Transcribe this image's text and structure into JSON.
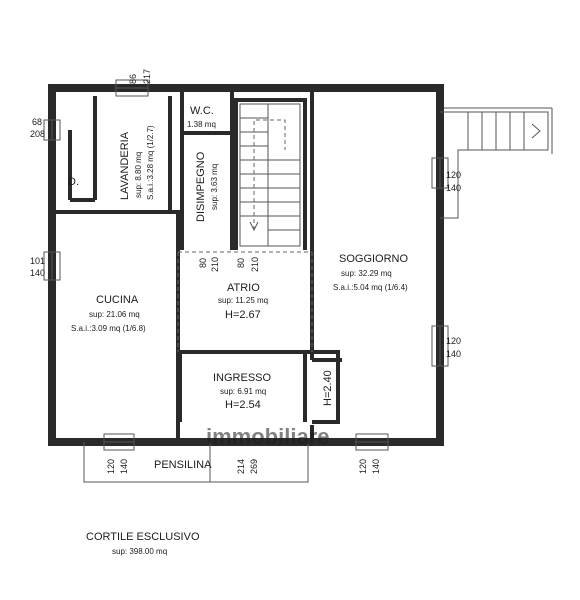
{
  "rooms": {
    "lavanderia": {
      "name": "LAVANDERIA",
      "sup": "sup: 8.80 mq",
      "sai": "S.a.i.:3.28 mq (1/2.7)"
    },
    "d": {
      "name": "D."
    },
    "wc": {
      "name": "W.C.",
      "sup": "1.38 mq"
    },
    "disimpegno": {
      "name": "DISIMPEGNO",
      "sup": "sup: 3.63 mq"
    },
    "cucina": {
      "name": "CUCINA",
      "sup": "sup: 21.06 mq",
      "sai": "S.a.i.:3.09 mq (1/6.8)"
    },
    "atrio": {
      "name": "ATRIO",
      "sup": "sup: 11.25 mq",
      "h": "H=2.67"
    },
    "soggiorno": {
      "name": "SOGGIORNO",
      "sup": "sup: 32.29 mq",
      "sai": "S.a.i.:5.04 mq (1/6.4)"
    },
    "ingresso": {
      "name": "INGRESSO",
      "sup": "sup: 6.91 mq",
      "h": "H=2.54"
    },
    "closet_h": "H=2.40",
    "pensilina": "PENSILINA"
  },
  "dimensions": {
    "lav_window_w": "86",
    "lav_window_h": "217",
    "left_window_w": "68",
    "left_window_h": "208",
    "cucina_window_w": "101",
    "cucina_window_h": "140",
    "dis_door_w": "80",
    "dis_door_h": "210",
    "stair_door_w": "80",
    "stair_door_h": "210",
    "sog_window1_w": "120",
    "sog_window1_h": "140",
    "sog_window2_w": "120",
    "sog_window2_h": "140",
    "front_left_w": "120",
    "front_left_h": "140",
    "front_mid_w": "214",
    "front_mid_h": "269",
    "front_right_w": "120",
    "front_right_h": "140"
  },
  "caption": {
    "title": "CORTILE ESCLUSIVO",
    "sup": "sup: 398.00 mq"
  },
  "watermark": "immobiliare"
}
